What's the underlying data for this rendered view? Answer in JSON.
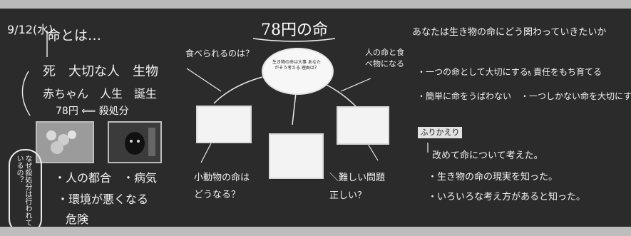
{
  "board": {
    "date": "9/12(水)",
    "question": "命とは…",
    "title": "78円の命",
    "top_left_note": "食べられるのは？",
    "top_right_note": "人の命と食べ物になる",
    "oval_text": "生き物の命は大事 あなたがそう考える 理由は？",
    "left_words": {
      "line1": "死　大切な人　生物",
      "line2": "赤ちゃん　人生　誕生",
      "line3": "78円 ⟸ 殺処分"
    },
    "reasons": {
      "line1": "・人の都合　・病気",
      "line2": "・環境が悪くなる",
      "line3": "危険"
    },
    "bottom_left_note": "小動物の命は　どうなる？",
    "bottom_right_note": "＼難しい問題　正しい？",
    "vertical_note": "なぜ殺処分は行われているの？",
    "right_heading": "あなたは生き物の命にどう関わっていきたいか",
    "right_notes": [
      "・一つの命として大切にする。",
      "・責任をもち育てる",
      "・簡単に命をうばわない",
      "・一つしかない命を大切にする"
    ],
    "reflection_label": "ふりかえり",
    "reflection_lines": [
      "改めて命について考えた。",
      "・生き物の命の現実を知った。",
      "・いろいろな考え方があると知った。"
    ]
  }
}
